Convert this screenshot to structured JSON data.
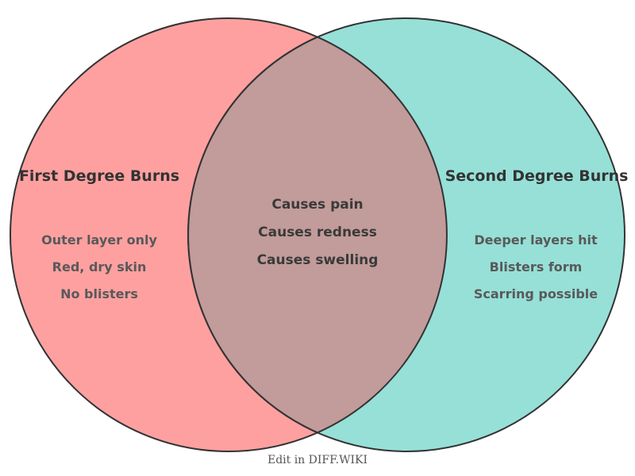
{
  "diagram": {
    "type": "venn-2-set",
    "stroke_color": "#333333",
    "left_set": {
      "title": "First Degree Burns",
      "fill": "#FFA0A0",
      "items": [
        "Outer layer only",
        "Red, dry skin",
        "No blisters"
      ]
    },
    "right_set": {
      "title": "Second Degree Burns",
      "fill": "#96E0D8",
      "items": [
        "Deeper layers hit",
        "Blisters form",
        "Scarring possible"
      ]
    },
    "intersection": {
      "fill": "#C29B9B",
      "items": [
        "Causes pain",
        "Causes redness",
        "Causes swelling"
      ]
    }
  },
  "footer": {
    "caption": "Edit in DIFF.WIKI"
  }
}
